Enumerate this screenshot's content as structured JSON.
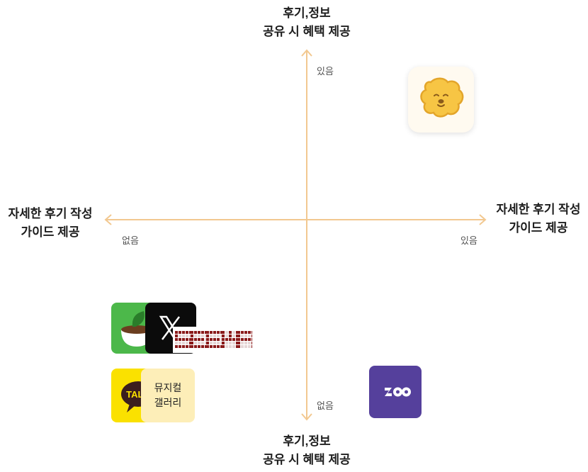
{
  "axes": {
    "top_title": [
      "후기,정보",
      "공유 시 혜택 제공"
    ],
    "bottom_title": [
      "후기,정보",
      "공유 시 혜택 제공"
    ],
    "left_title": [
      "자세한 후기 작성",
      "가이드 제공"
    ],
    "right_title": [
      "자세한 후기 작성",
      "가이드 제공"
    ],
    "top_tick": "있음",
    "bottom_tick": "없음",
    "left_tick": "없음",
    "right_tick": "있음",
    "color": "#f2c890"
  },
  "apps": {
    "popcorn": {
      "icon": "popcorn-character-icon",
      "bg": "#fffaf0",
      "accent": "#f3b73a"
    },
    "leaf_cup": {
      "icon": "leaf-cup-icon",
      "bg": "#4cb84a"
    },
    "x": {
      "icon": "x-logo-icon",
      "text": "X",
      "bg": "#0b0b0b"
    },
    "seeya": {
      "icon": "pixel-wordmark-icon",
      "color": "#8a1a1a"
    },
    "kakao": {
      "icon": "kakaotalk-icon",
      "text": "TALK",
      "bg": "#fae100"
    },
    "musical_gallery": {
      "lines": [
        "뮤지컬",
        "갤러리"
      ],
      "bg": "#fdeeb8"
    },
    "purple": {
      "icon": "purple-logo-icon",
      "bg": "#55409c"
    }
  }
}
